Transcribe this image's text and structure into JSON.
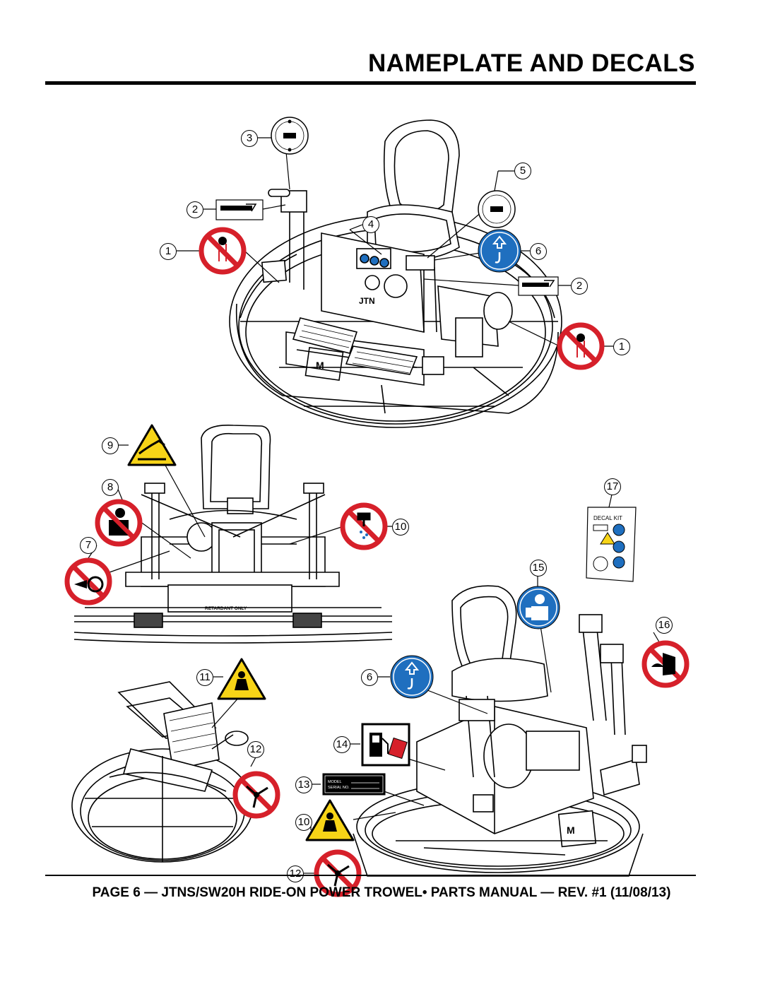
{
  "header": {
    "title": "NAMEPLATE AND DECALS"
  },
  "footer": {
    "text": "PAGE 6 — JTNS/SW20H RIDE-ON POWER TROWEL• PARTS MANUAL — REV. #1 (11/08/13)"
  },
  "callouts": {
    "c3": "3",
    "c2a": "2",
    "c1a": "1",
    "c4": "4",
    "c5": "5",
    "c6a": "6",
    "c2b": "2",
    "c1b": "1",
    "c9": "9",
    "c8": "8",
    "c7": "7",
    "c10a": "10",
    "c17": "17",
    "c15": "15",
    "c16": "16",
    "c11": "11",
    "c6b": "6",
    "c14": "14",
    "c12a": "12",
    "c13": "13",
    "c10b": "10",
    "c12b": "12"
  },
  "labels": {
    "decal_kit": "DECAL KIT",
    "retardant": "RETARDANT ONLY",
    "model": "MODEL",
    "serial": "SERIAL NO.",
    "brand": "JTN"
  }
}
